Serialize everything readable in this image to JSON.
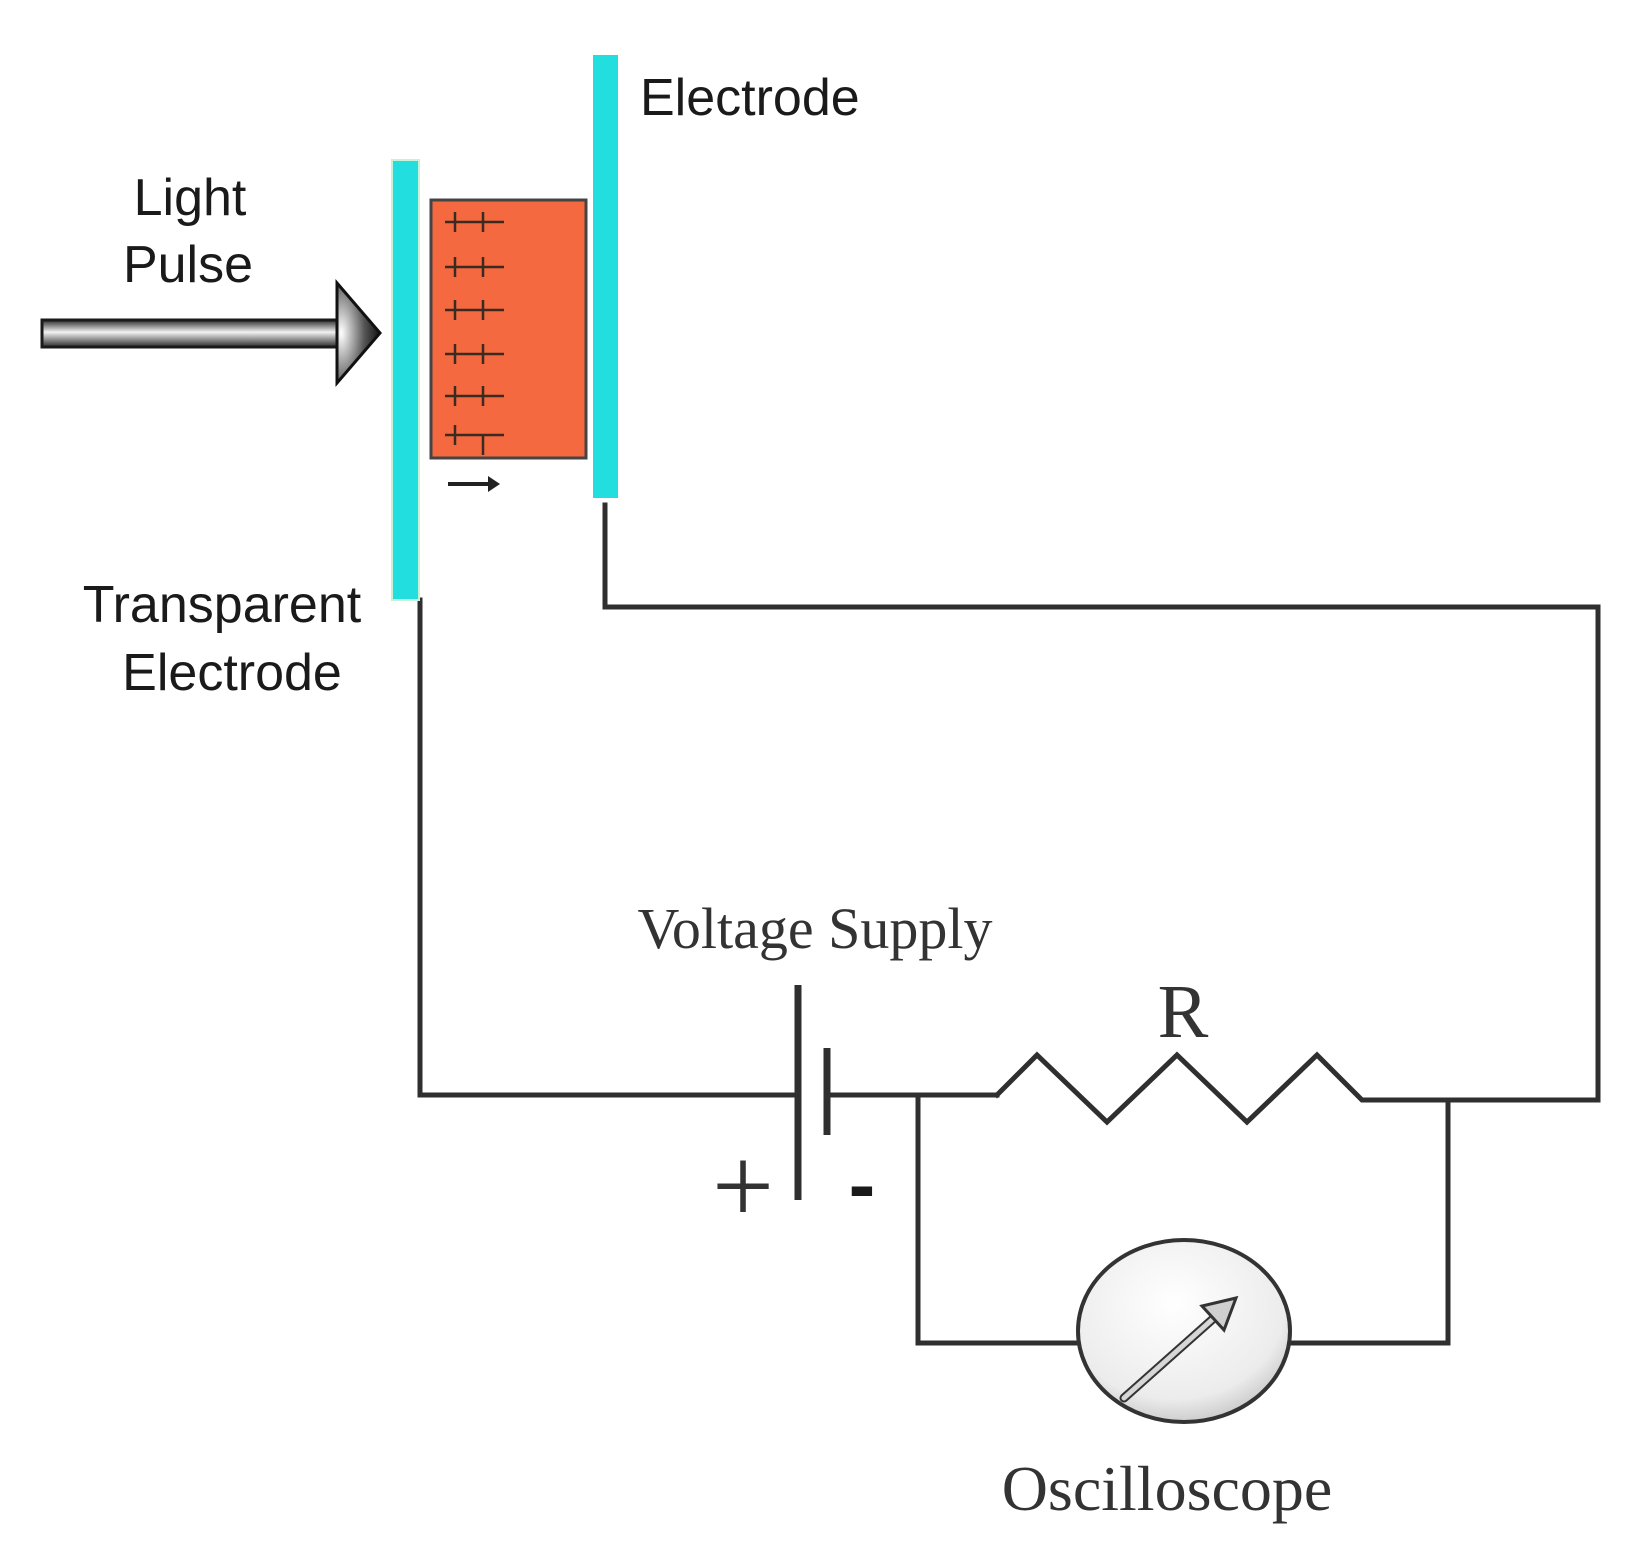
{
  "labels": {
    "light_pulse_line1": "Light",
    "light_pulse_line2": "Pulse",
    "electrode": "Electrode",
    "transparent_electrode_line1": "Transparent",
    "transparent_electrode_line2": "Electrode",
    "voltage_supply": "Voltage Supply",
    "resistor": "R",
    "plus_sign": "+",
    "minus_sign": "-",
    "oscilloscope": "Oscilloscope"
  },
  "colors": {
    "electrode": "#22dede",
    "sample": "#f4693f",
    "wire": "#2f2f2f",
    "background": "#ffffff"
  },
  "icons": {
    "light_arrow": "right-arrow-icon",
    "meter": "meter-needle-icon",
    "battery": "battery-symbol-icon",
    "resistor": "resistor-zigzag-icon"
  }
}
